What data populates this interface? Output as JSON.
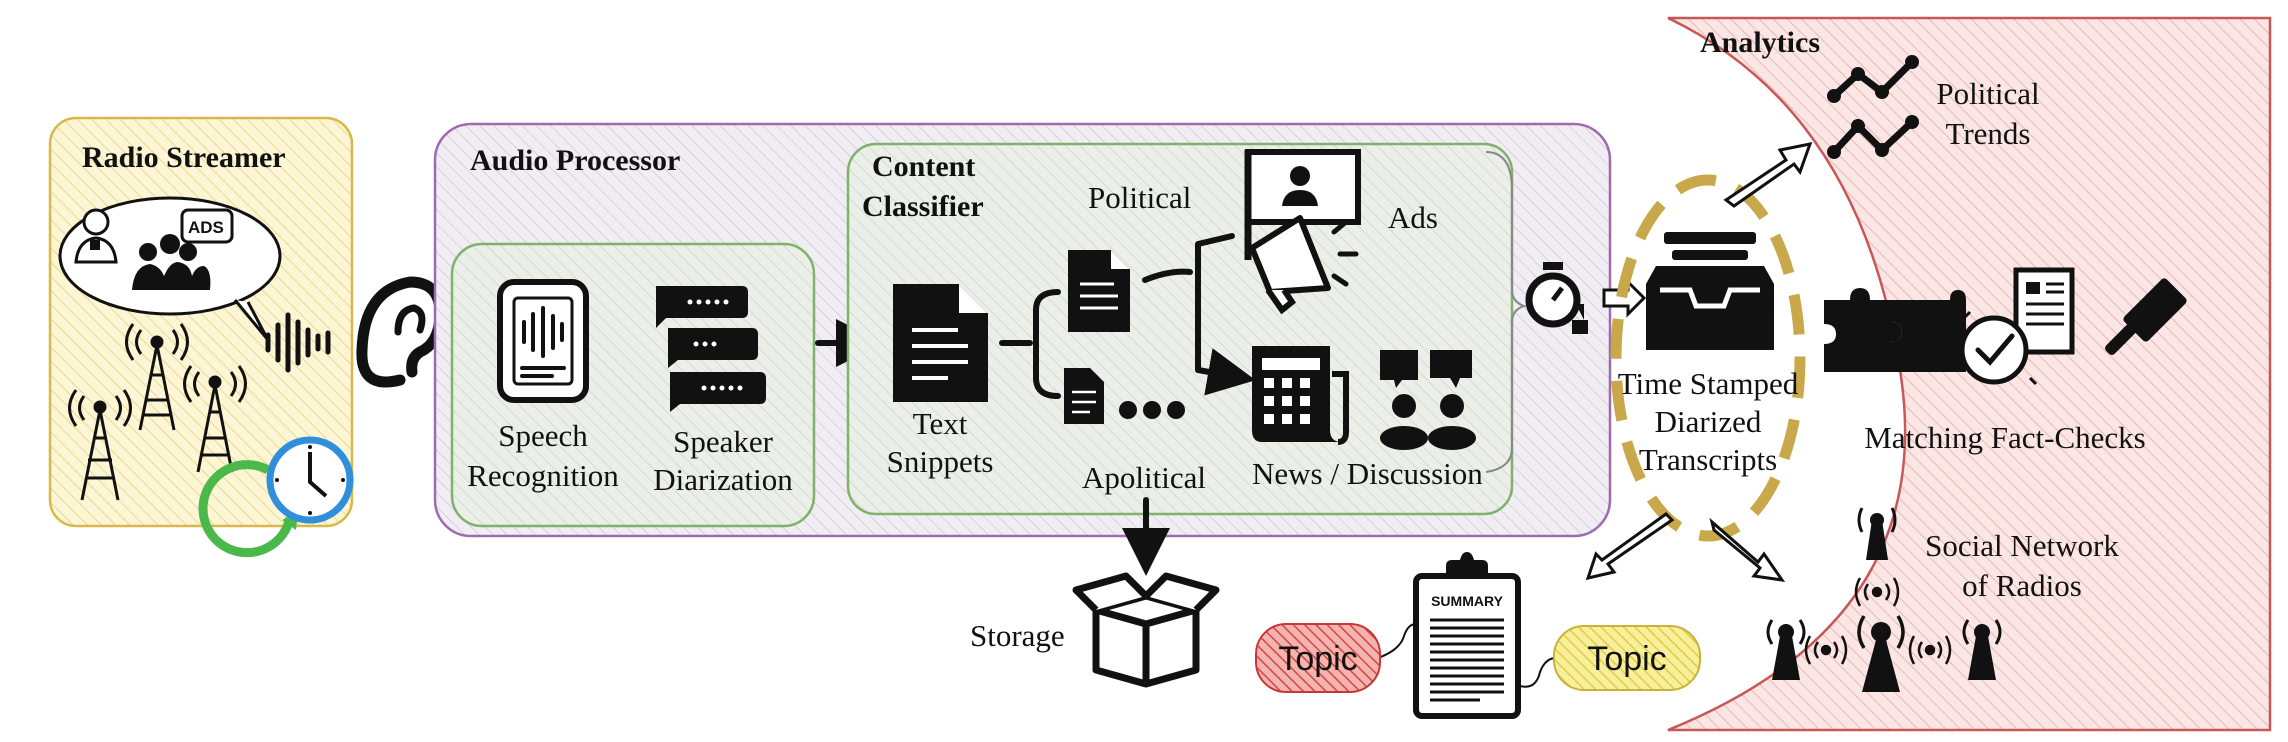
{
  "colors": {
    "radio_fill": "#fbf3c9",
    "radio_stroke": "#d9b84a",
    "audio_fill": "#ebe6ee",
    "audio_stroke": "#9e6bb0",
    "green_stroke": "#7fb26a",
    "analytics_fill": "#f6d6d4",
    "analytics_stroke": "#c85858",
    "ellipse_stroke": "#c8a84a",
    "topic_red": "#d64545",
    "topic_yellow": "#e4d04a"
  },
  "radio_streamer": {
    "title": "Radio Streamer",
    "ads_badge": "ADS"
  },
  "audio_processor": {
    "title": "Audio Processor",
    "speech_recognition": [
      "Speech",
      "Recognition"
    ],
    "speaker_diarization": [
      "Speaker",
      "Diarization"
    ]
  },
  "content_classifier": {
    "title": [
      "Content",
      "Classifier"
    ],
    "text_snippets": [
      "Text",
      "Snippets"
    ],
    "political": "Political",
    "apolitical": "Apolitical",
    "ads": "Ads",
    "news_discussion": "News / Discussion"
  },
  "storage": {
    "label": "Storage"
  },
  "transcripts": {
    "label": [
      "Time Stamped",
      "Diarized",
      "Transcripts"
    ]
  },
  "summary": {
    "badge": "SUMMARY",
    "topic_left": "Topic",
    "topic_right": "Topic"
  },
  "analytics": {
    "title": "Analytics",
    "political_trends": [
      "Political",
      "Trends"
    ],
    "matching_fact_checks": "Matching Fact-Checks",
    "social_network": [
      "Social Network",
      "of Radios"
    ]
  }
}
